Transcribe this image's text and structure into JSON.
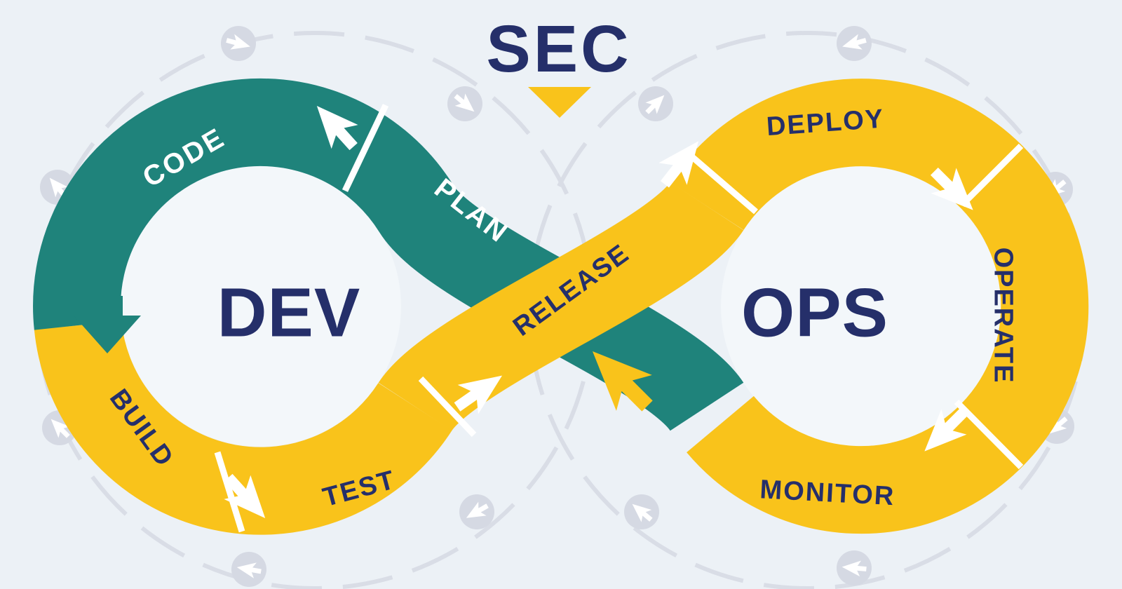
{
  "diagram": {
    "sec_label": "SEC",
    "dev_label": "DEV",
    "ops_label": "OPS",
    "stages": {
      "plan": "PLAN",
      "code": "CODE",
      "build": "BUILD",
      "test": "TEST",
      "release": "RELEASE",
      "deploy": "DEPLOY",
      "operate": "OPERATE",
      "monitor": "MONITOR"
    },
    "colors": {
      "teal": "#1f837b",
      "yellow": "#f9c31b",
      "navy": "#252f6a",
      "background": "#ecf1f6",
      "inner_circle": "#f3f7fa",
      "dashed_ring": "#d9dde6",
      "badge": "#d5d9e3",
      "white": "#ffffff"
    }
  }
}
